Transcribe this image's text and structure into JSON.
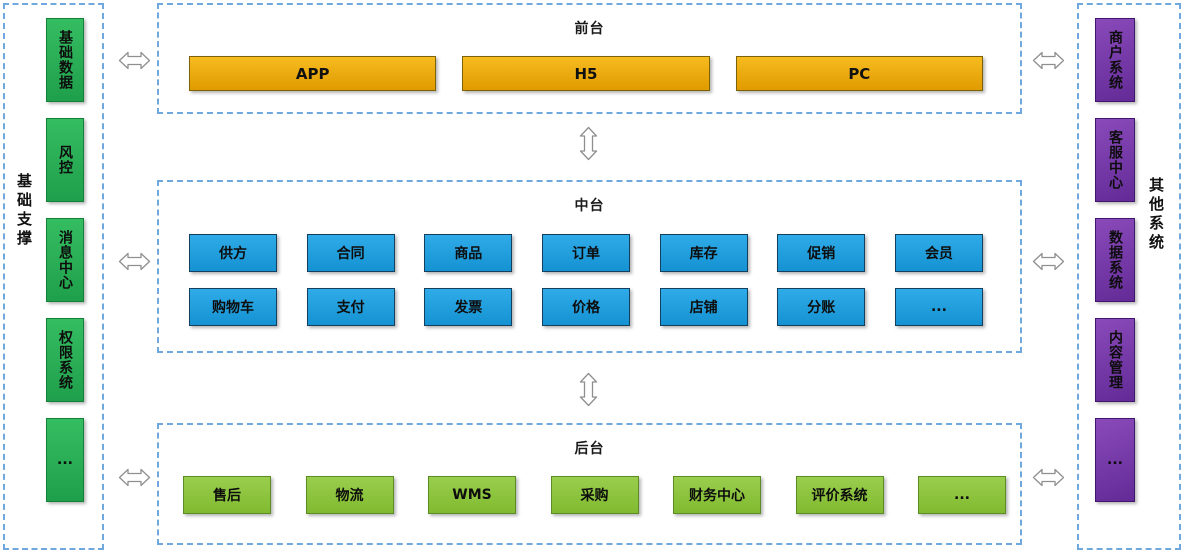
{
  "left_panel": {
    "label": "基础支撑",
    "items": [
      "基础数据",
      "风控",
      "消息中心",
      "权限系统",
      "..."
    ]
  },
  "front": {
    "title": "前台",
    "items": [
      "APP",
      "H5",
      "PC"
    ]
  },
  "middle": {
    "title": "中台",
    "row1": [
      "供方",
      "合同",
      "商品",
      "订单",
      "库存",
      "促销",
      "会员"
    ],
    "row2": [
      "购物车",
      "支付",
      "发票",
      "价格",
      "店铺",
      "分账",
      "..."
    ]
  },
  "back": {
    "title": "后台",
    "items": [
      "售后",
      "物流",
      "WMS",
      "采购",
      "财务中心",
      "评价系统",
      "..."
    ]
  },
  "right_panel": {
    "label": "其他系统",
    "items": [
      "商户系统",
      "客服中心",
      "数据系统",
      "内容管理",
      "..."
    ]
  },
  "colors": {
    "dashed_border": "#6fa8dc",
    "front_box": "#eba70e",
    "middle_box": "#1f9fdd",
    "back_box": "#8dc63f",
    "support_box": "#27ae52",
    "other_box": "#7439a6",
    "arrow_outline": "#8f8f8f"
  }
}
